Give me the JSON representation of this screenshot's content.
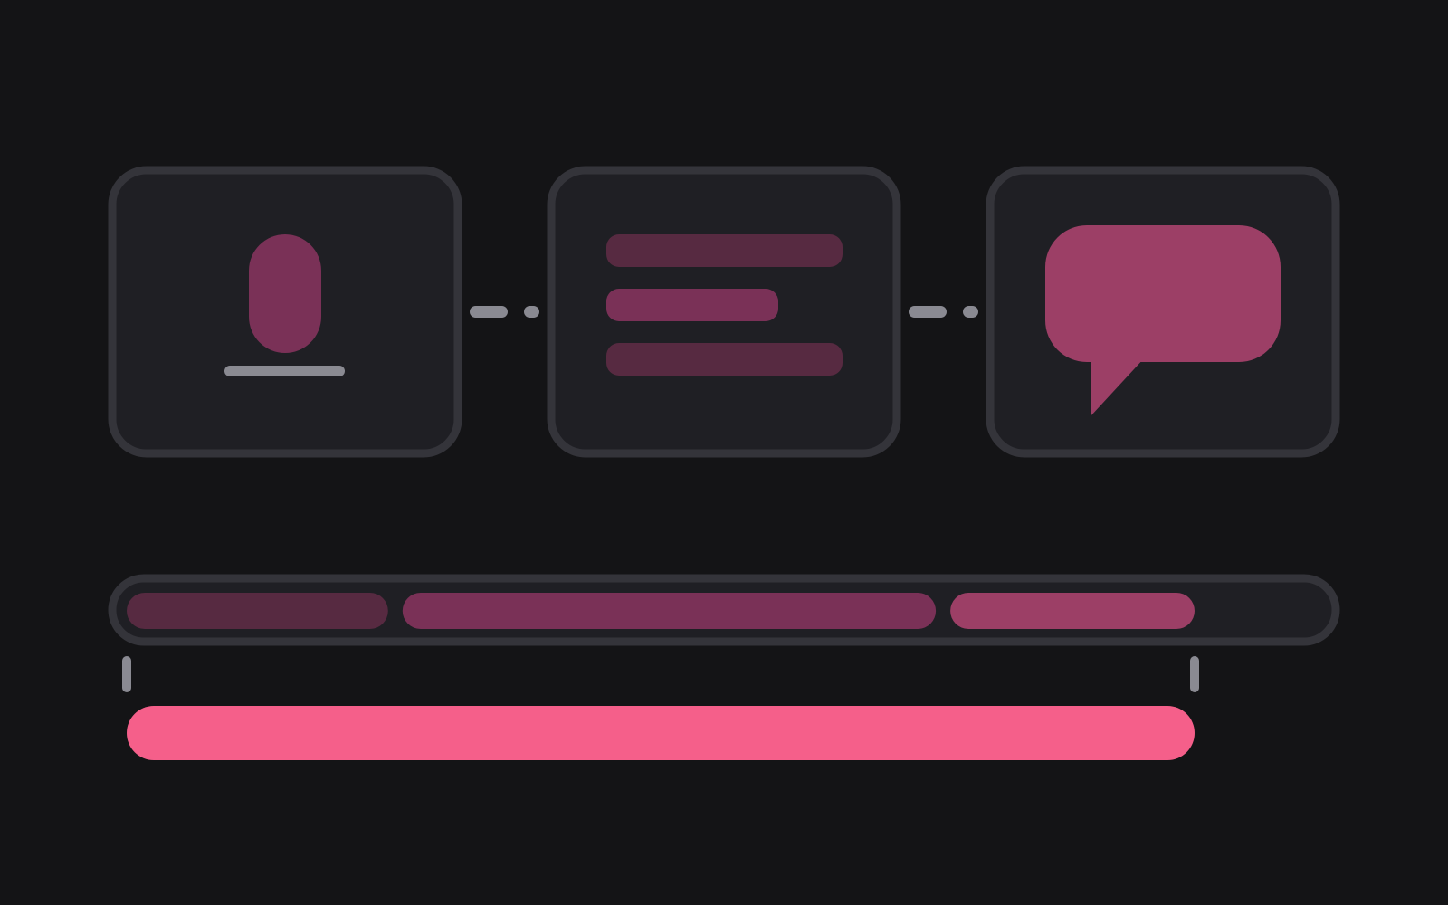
{
  "colors": {
    "background": "#141416",
    "panel_fill": "#1f1f24",
    "panel_border": "#34343a",
    "connector": "#8a8a92",
    "mic": "#7a3157",
    "mic_base": "#8a8a92",
    "text_line_dim": "#572a41",
    "text_line_mid": "#7a3157",
    "speech_bubble": "#9c3f66",
    "timeline_track": "#1f1f24",
    "timeline_border": "#34343a",
    "segment_1": "#572a41",
    "segment_2": "#7a3157",
    "segment_3": "#9c3f66",
    "total_bar": "#f55f8a",
    "tick": "#8a8a92"
  },
  "pipeline": {
    "stages": [
      {
        "name": "speech-input",
        "icon": "microphone-icon"
      },
      {
        "name": "transcript",
        "icon": "text-lines-icon"
      },
      {
        "name": "response",
        "icon": "speech-bubble-icon"
      }
    ]
  },
  "timeline": {
    "segments": [
      {
        "stage": "speech-input",
        "share": 0.245
      },
      {
        "stage": "transcript",
        "share": 0.5
      },
      {
        "stage": "response",
        "share": 0.229
      }
    ],
    "total_share": 1.0
  }
}
